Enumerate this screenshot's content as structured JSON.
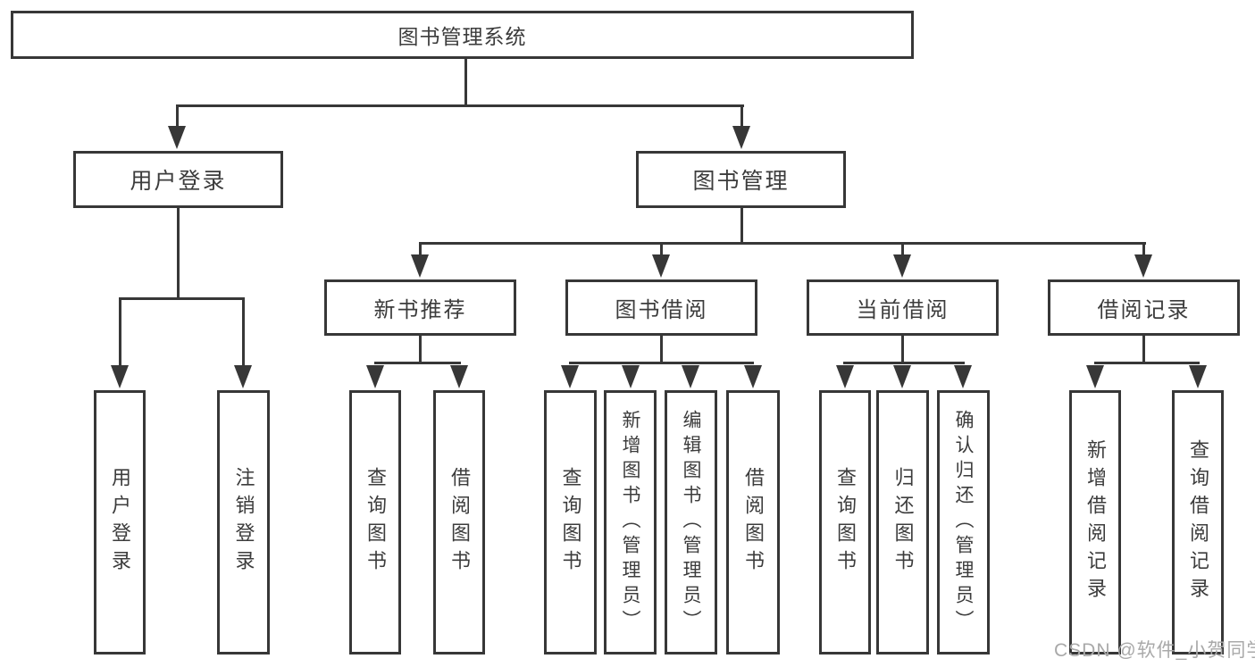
{
  "diagram": {
    "root": {
      "label": "图书管理系统"
    },
    "level2": {
      "user_login": {
        "label": "用户登录"
      },
      "book_management": {
        "label": "图书管理"
      }
    },
    "level3": {
      "new_book_recommend": {
        "label": "新书推荐"
      },
      "book_borrow": {
        "label": "图书借阅"
      },
      "current_borrow": {
        "label": "当前借阅"
      },
      "borrow_records": {
        "label": "借阅记录"
      }
    },
    "level4": {
      "user_login": {
        "label": "用户登录"
      },
      "logout": {
        "label": "注销登录"
      },
      "query_books_recommend": {
        "label": "查询图书"
      },
      "borrow_books_recommend": {
        "label": "借阅图书"
      },
      "query_books_borrow": {
        "label": "查询图书"
      },
      "add_books_admin": {
        "label": "新增图书（管理员）"
      },
      "edit_books_admin": {
        "label": "编辑图书（管理员）"
      },
      "borrow_books_borrow": {
        "label": "借阅图书"
      },
      "query_books_current": {
        "label": "查询图书"
      },
      "return_books": {
        "label": "归还图书"
      },
      "confirm_return_admin": {
        "label": "确认归还（管理员）"
      },
      "add_borrow_record": {
        "label": "新增借阅记录"
      },
      "query_borrow_record": {
        "label": "查询借阅记录"
      }
    }
  },
  "watermark": {
    "text": "CSDN @软件_小贺同学"
  },
  "colors": {
    "line": "#373737",
    "text": "#3c3c3c",
    "background": "#ffffff",
    "watermark": "#a9a9a9"
  }
}
